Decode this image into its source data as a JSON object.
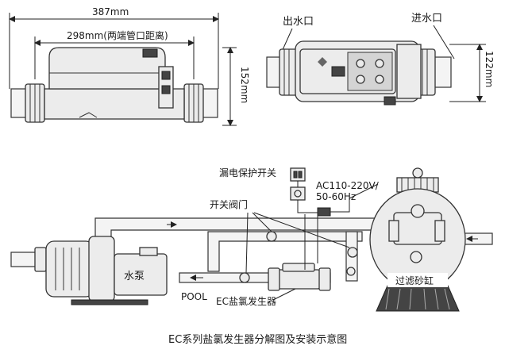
{
  "dimensions": {
    "width_total": "387mm",
    "width_ports": "298mm(两端管口距离)",
    "height_side": "152mm",
    "height_top": "122mm"
  },
  "top_view": {
    "outlet": "出水口",
    "inlet": "进水口"
  },
  "diagram": {
    "leakage_switch": "漏电保护开关",
    "power_line1": "AC110-220V/",
    "power_line2": "50-60Hz",
    "valve": "开关阀门",
    "pump": "水泵",
    "filter": "过滤砂缸",
    "pool": "POOL",
    "generator": "EC盐氯发生器"
  },
  "caption": "EC系列盐氯发生器分解图及安装示意图"
}
